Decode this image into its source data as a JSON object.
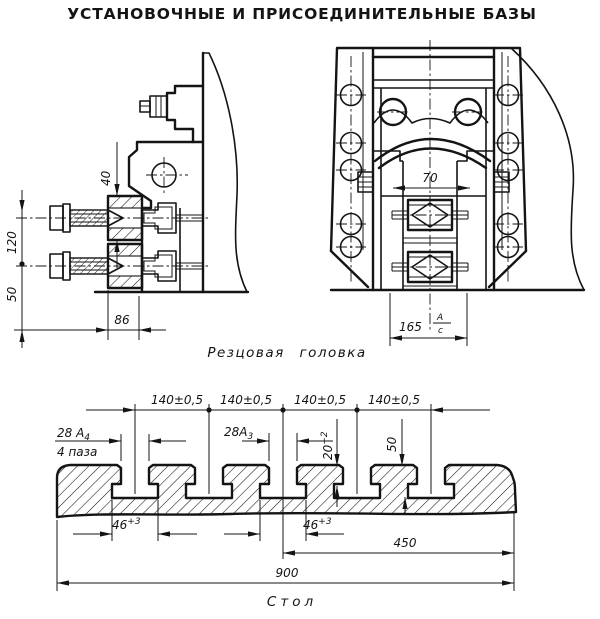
{
  "title": "УСТАНОВОЧНЫЕ И ПРИСОЕДИНИТЕЛЬНЫЕ БАЗЫ",
  "cutter_head": {
    "caption": "Резцовая головка",
    "dim_40": "40",
    "dim_120": "120",
    "dim_50_left": "50",
    "dim_86": "86",
    "dim_70": "70",
    "dim_165": "165",
    "dim_165_num": "А",
    "dim_165_den": "с"
  },
  "table": {
    "caption": "Стол",
    "pitch_dims": [
      "140±0,5",
      "140±0,5",
      "140±0,5",
      "140±0,5"
    ],
    "slot_width_a4": "28 А",
    "slot_width_a4_index": "4",
    "slot_count_note": "4 паза",
    "slot_width_a3": "28А",
    "slot_width_a3_index": "3",
    "lip_20": "20",
    "lip_20_tol": "+2",
    "depth_50": "50",
    "cavity_46_first": "46",
    "cavity_46_first_tol": "+3",
    "cavity_46_second": "46",
    "cavity_46_second_tol": "+3",
    "dim_450": "450",
    "dim_900": "900"
  }
}
